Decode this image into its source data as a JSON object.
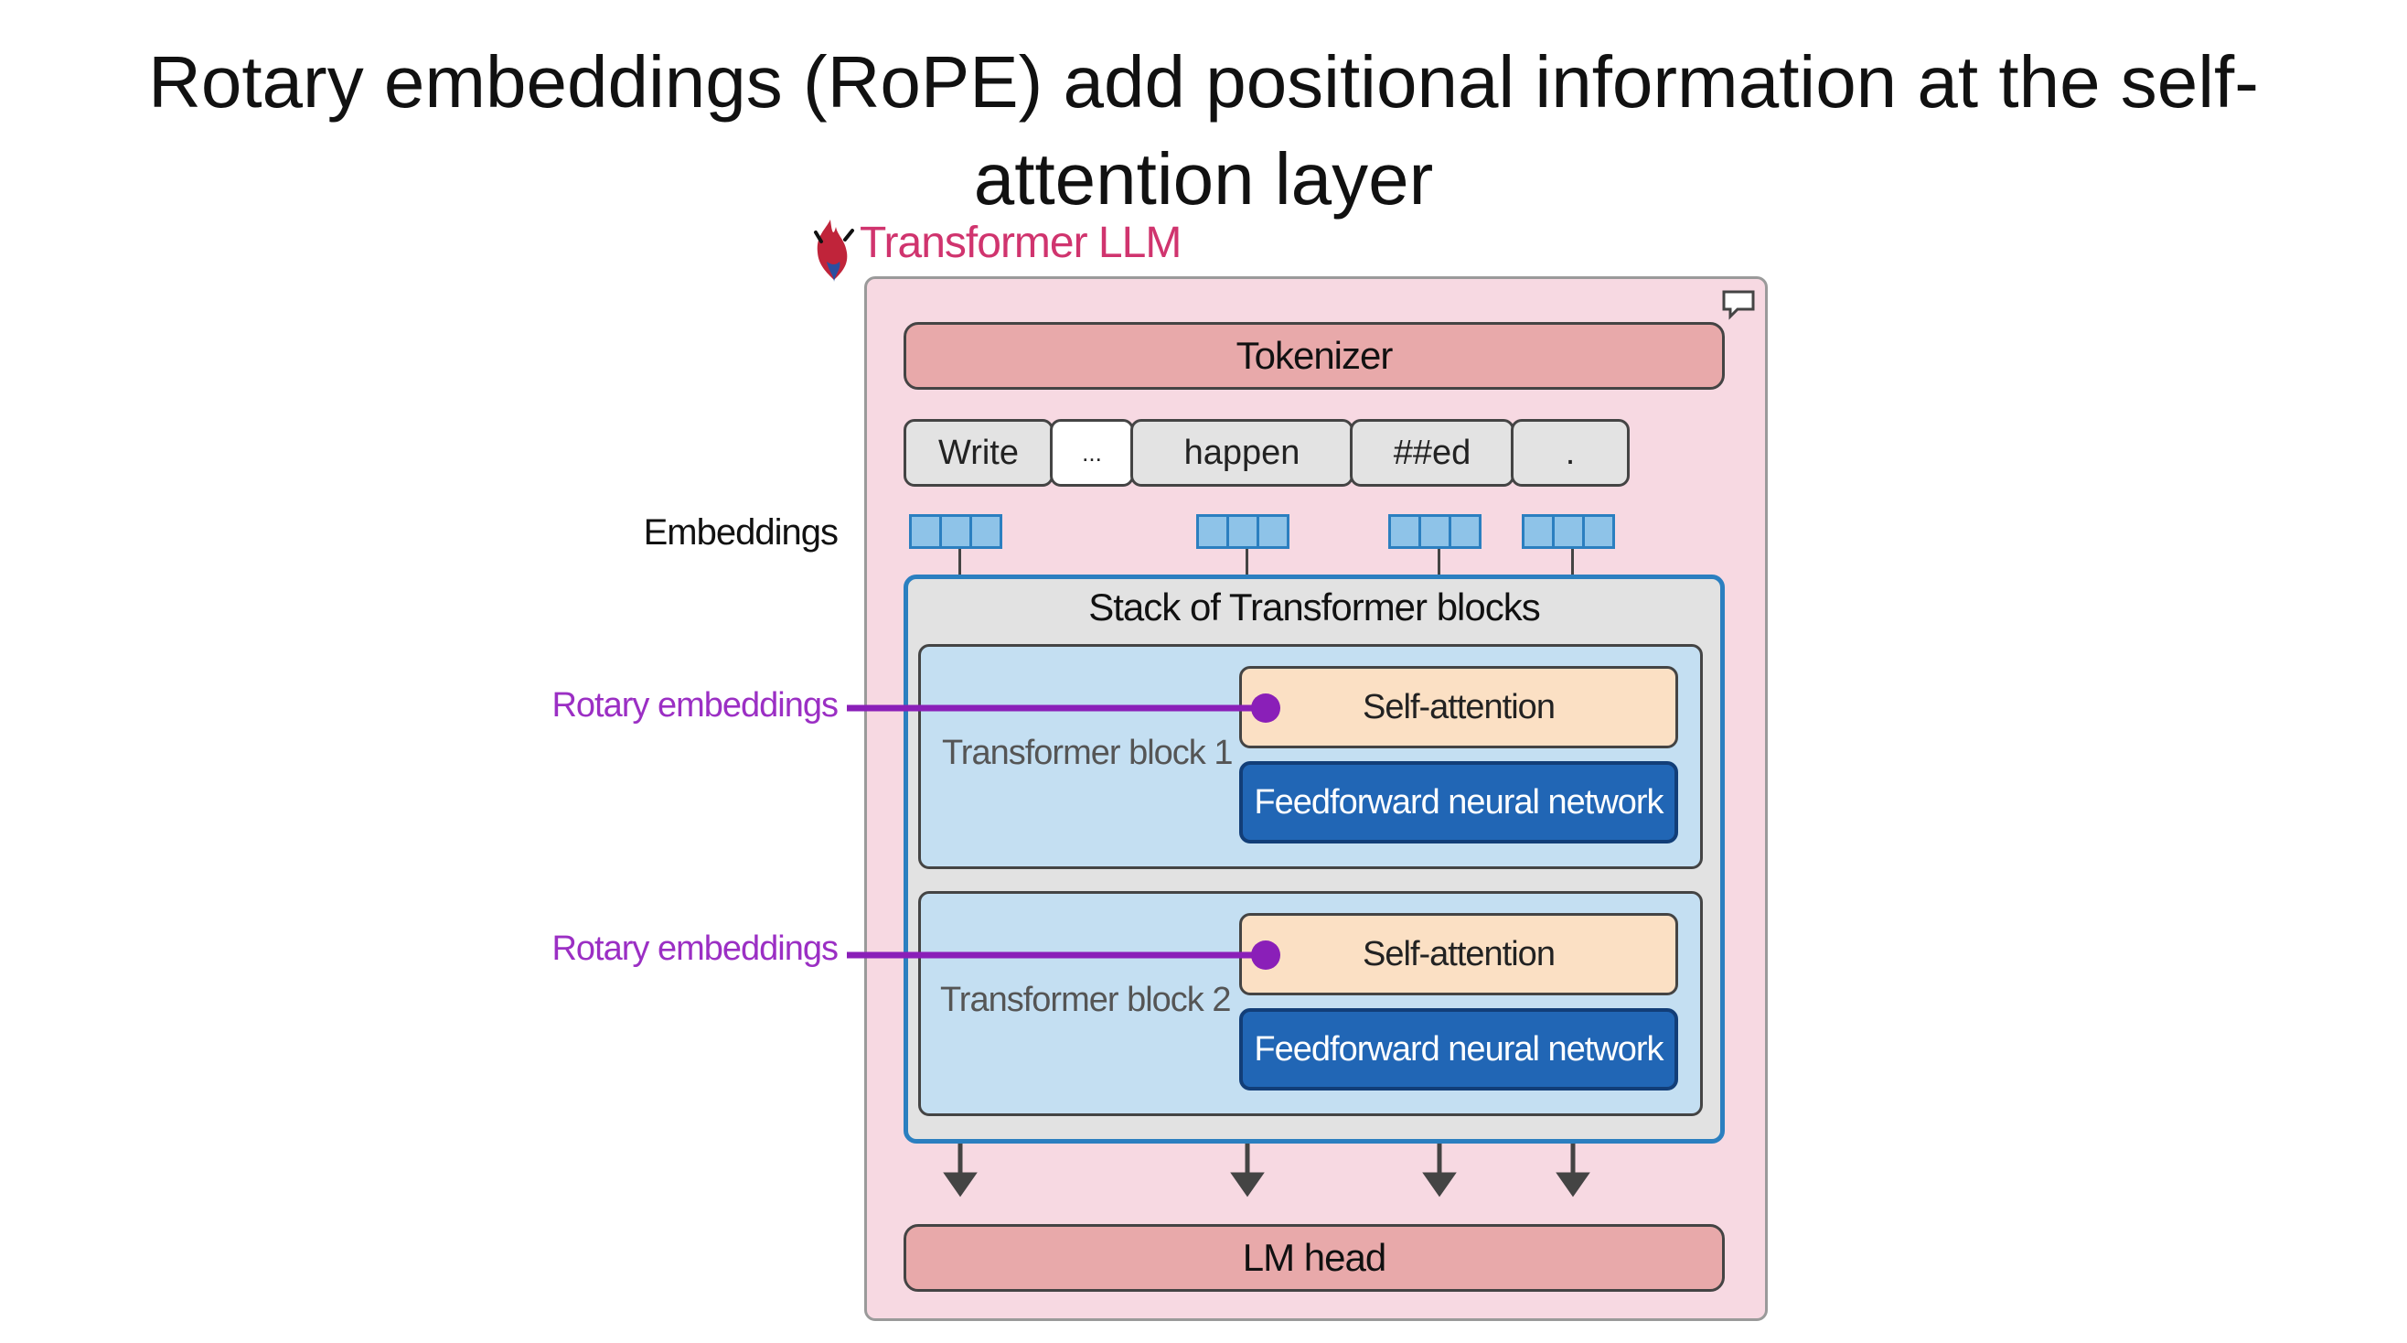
{
  "slide": {
    "title_line1": "Rotary embeddings (RoPE) add positional information at the self-",
    "title_line2": "attention layer"
  },
  "diagram": {
    "llm_label": "Transformer LLM",
    "tokenizer": "Tokenizer",
    "tokens": [
      "Write",
      "...",
      "happen",
      "##ed",
      "."
    ],
    "embeddings_label": "Embeddings",
    "stack_title": "Stack of Transformer blocks",
    "blocks": [
      {
        "label": "Transformer block 1",
        "self_attention": "Self-attention",
        "ffn": "Feedforward neural network"
      },
      {
        "label": "Transformer block 2",
        "self_attention": "Self-attention",
        "ffn": "Feedforward neural network"
      }
    ],
    "rope_labels": [
      "Rotary embeddings",
      "Rotary embeddings"
    ],
    "lm_head": "LM head"
  },
  "colors": {
    "llm_accent": "#d0346e",
    "rope_accent": "#9b2fc4",
    "stack_border": "#2b7fc0",
    "ffn_fill": "#2166b5",
    "self_attention_fill": "#fbe0c4",
    "bar_fill": "#e8a9aa",
    "llm_fill": "#f7d9e2"
  }
}
